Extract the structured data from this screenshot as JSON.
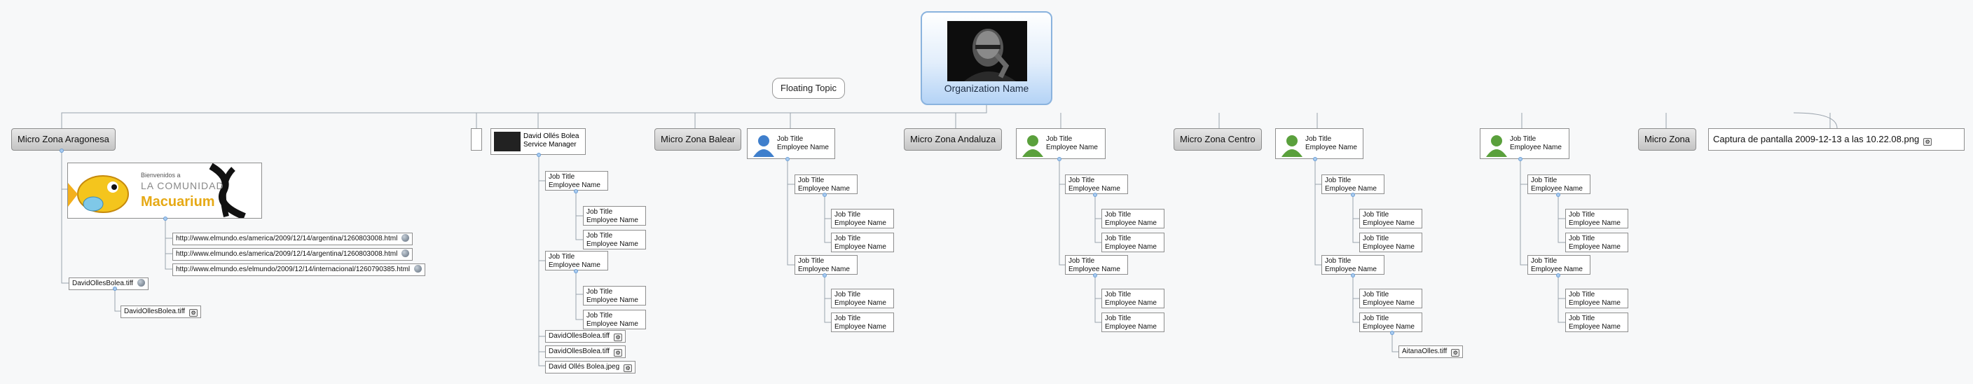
{
  "root": {
    "title": "Organization Name",
    "photo_icon": "portrait-photo"
  },
  "floating_topic": "Floating Topic",
  "zones": {
    "aragonesa": "Micro Zona Aragonesa",
    "balear": "Micro Zona Balear",
    "andaluza": "Micro Zona Andaluza",
    "centro": "Micro Zona Centro",
    "plain": "Micro Zona"
  },
  "banner": {
    "small": "Bienvenidos a",
    "large": "LA COMUNIDAD",
    "brand": "Macuarium"
  },
  "links": [
    "http://www.elmundo.es/america/2009/12/14/argentina/1260803008.html",
    "http://www.elmundo.es/america/2009/12/14/argentina/1260803008.html",
    "http://www.elmundo.es/elmundo/2009/12/14/internacional/1260790385.html"
  ],
  "aragonesa_files": [
    "DavidOllesBolea.tiff",
    "DavidOllesBolea.tiff"
  ],
  "manager": {
    "name": "David Ollés Bolea",
    "role": "Service Manager"
  },
  "manager_files": [
    "DavidOllesBolea.tiff",
    "DavidOllesBolea.tiff",
    "David Ollés Bolea.jpeg"
  ],
  "job": {
    "title": "Job Title",
    "name": "Employee Name"
  },
  "centro_file": "AitanaOlles.tiff",
  "screenshot_label": "Captura de pantalla 2009-12-13 a las 10.22.08.png",
  "colors": {
    "connector": "#9aa3ad",
    "root_border": "#8ab3de",
    "person_blue": "#3f7fcc",
    "person_green": "#5aa03c"
  }
}
